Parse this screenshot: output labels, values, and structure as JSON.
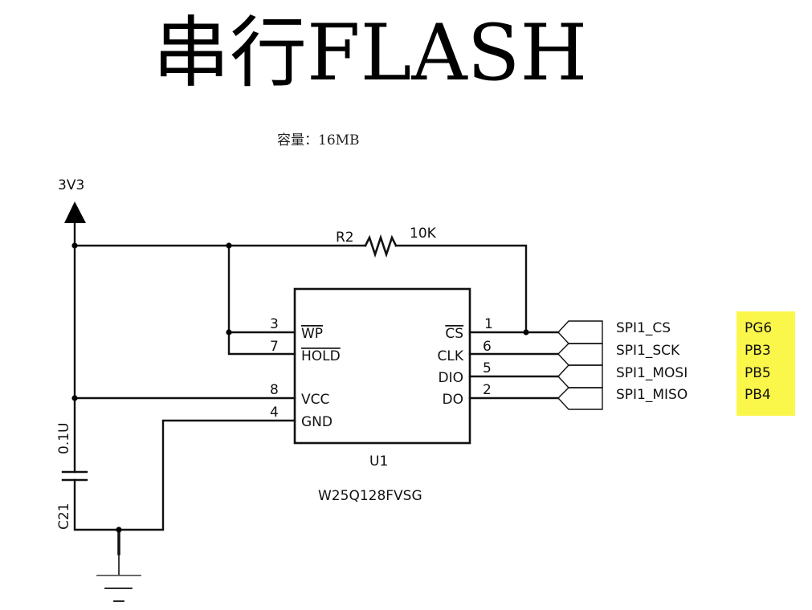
{
  "title": "串行FLASH",
  "capacity": "容量：16MB",
  "power": {
    "label": "3V3"
  },
  "resistor": {
    "ref": "R2",
    "value": "10K"
  },
  "capacitor": {
    "ref": "C21",
    "value": "0.1U"
  },
  "ic": {
    "ref": "U1",
    "part": "W25Q128FVSG",
    "left_pins": [
      {
        "num": "3",
        "name": "WP",
        "active_low": true
      },
      {
        "num": "7",
        "name": "HOLD",
        "active_low": true
      },
      {
        "num": "8",
        "name": "VCC",
        "active_low": false
      },
      {
        "num": "4",
        "name": "GND",
        "active_low": false
      }
    ],
    "right_pins": [
      {
        "num": "1",
        "name": "CS",
        "active_low": true
      },
      {
        "num": "6",
        "name": "CLK",
        "active_low": false
      },
      {
        "num": "5",
        "name": "DIO",
        "active_low": false
      },
      {
        "num": "2",
        "name": "DO",
        "active_low": false
      }
    ]
  },
  "nets": [
    {
      "name": "SPI1_CS",
      "mcu_pin": "PG6"
    },
    {
      "name": "SPI1_SCK",
      "mcu_pin": "PB3"
    },
    {
      "name": "SPI1_MOSI",
      "mcu_pin": "PB5"
    },
    {
      "name": "SPI1_MISO",
      "mcu_pin": "PB4"
    }
  ],
  "colors": {
    "highlight": "#fbf64a",
    "wire": "#111111"
  }
}
